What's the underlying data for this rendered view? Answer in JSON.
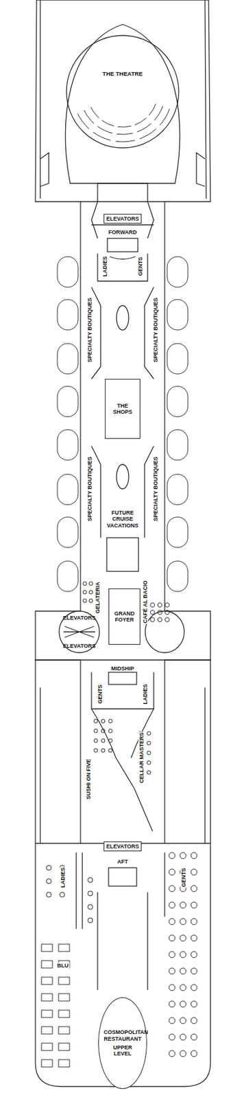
{
  "diagram": {
    "nodes": [
      {
        "text": [
          "ELEVATORS"
        ]
      },
      {
        "text": [
          "THE SHOPS"
        ]
      },
      {
        "text": [
          "GRAND FOYER"
        ]
      },
      {
        "text": [
          "ELEVATORS",
          "ELEVATORS"
        ]
      },
      {
        "text": [
          "ELEVATORS"
        ]
      },
      {
        "text": [
          "COSMOPOLITAN RESTAURANT",
          "UPPER LEVEL"
        ]
      }
    ],
    "labels": [
      "THE THEATRE",
      "FORWARD",
      "LADIES",
      "GENTS",
      "SPECIALTY BOUTIQUES",
      "SPECIALTY BOUTIQUES",
      "SPECIALTY BOUTIQUES",
      "SPECIALTY BOUTIQUES",
      "FUTURE CRUISE VACATIONS",
      "GELATERIA",
      "CAFÉ AL BACIO",
      "MIDSHIP",
      "GENTS",
      "LADIES",
      "SUSHI ON FIVE",
      "CELLAR MASTERS",
      "AFT",
      "LADIES",
      "GENTS",
      "BLU"
    ]
  }
}
